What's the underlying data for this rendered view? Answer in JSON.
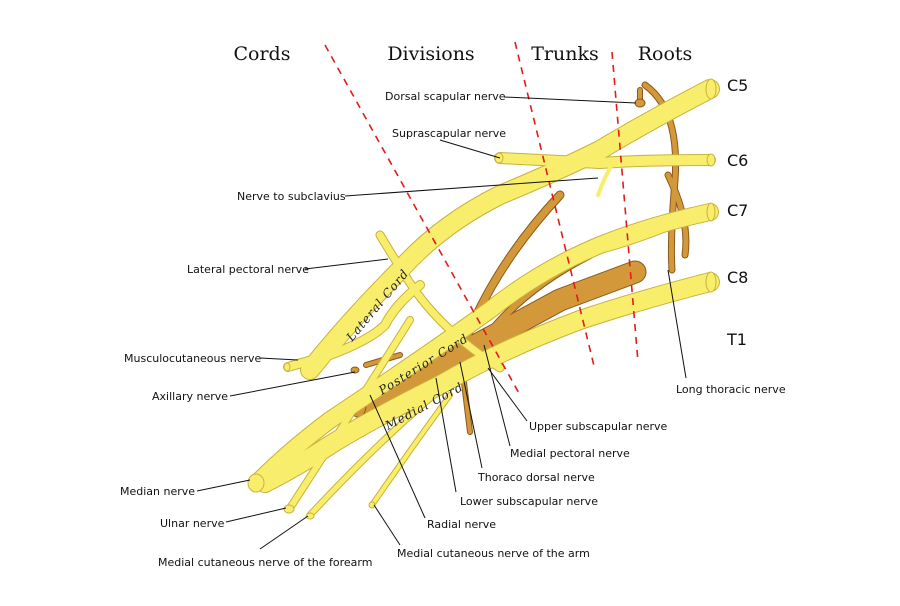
{
  "headers": {
    "cords": "Cords",
    "divisions": "Divisions",
    "trunks": "Trunks",
    "roots": "Roots"
  },
  "roots": {
    "c5": "C5",
    "c6": "C6",
    "c7": "C7",
    "c8": "C8",
    "t1": "T1"
  },
  "cord_labels": {
    "lateral": "Lateral Cord",
    "posterior": "Posterior Cord",
    "medial": "Medial Cord"
  },
  "nerve_labels": {
    "dorsal_scapular": "Dorsal scapular nerve",
    "suprascapular": "Suprascapular nerve",
    "nerve_to_subclavius": "Nerve to subclavius",
    "lateral_pectoral": "Lateral pectoral nerve",
    "musculocutaneous": "Musculocutaneous nerve",
    "axillary": "Axillary nerve",
    "median": "Median nerve",
    "ulnar": "Ulnar nerve",
    "medial_cutaneous_forearm": "Medial cutaneous nerve of the forearm",
    "medial_cutaneous_arm": "Medial cutaneous nerve of the arm",
    "radial": "Radial nerve",
    "lower_subscapular": "Lower subscapular nerve",
    "thoraco_dorsal": "Thoraco dorsal nerve",
    "medial_pectoral": "Medial pectoral nerve",
    "upper_subscapular": "Upper subscapular nerve",
    "long_thoracic": "Long thoracic nerve"
  },
  "colors": {
    "anterior_nerve": "#f8ee6c",
    "posterior_nerve": "#d3983a",
    "division_line": "#e21b1b"
  }
}
